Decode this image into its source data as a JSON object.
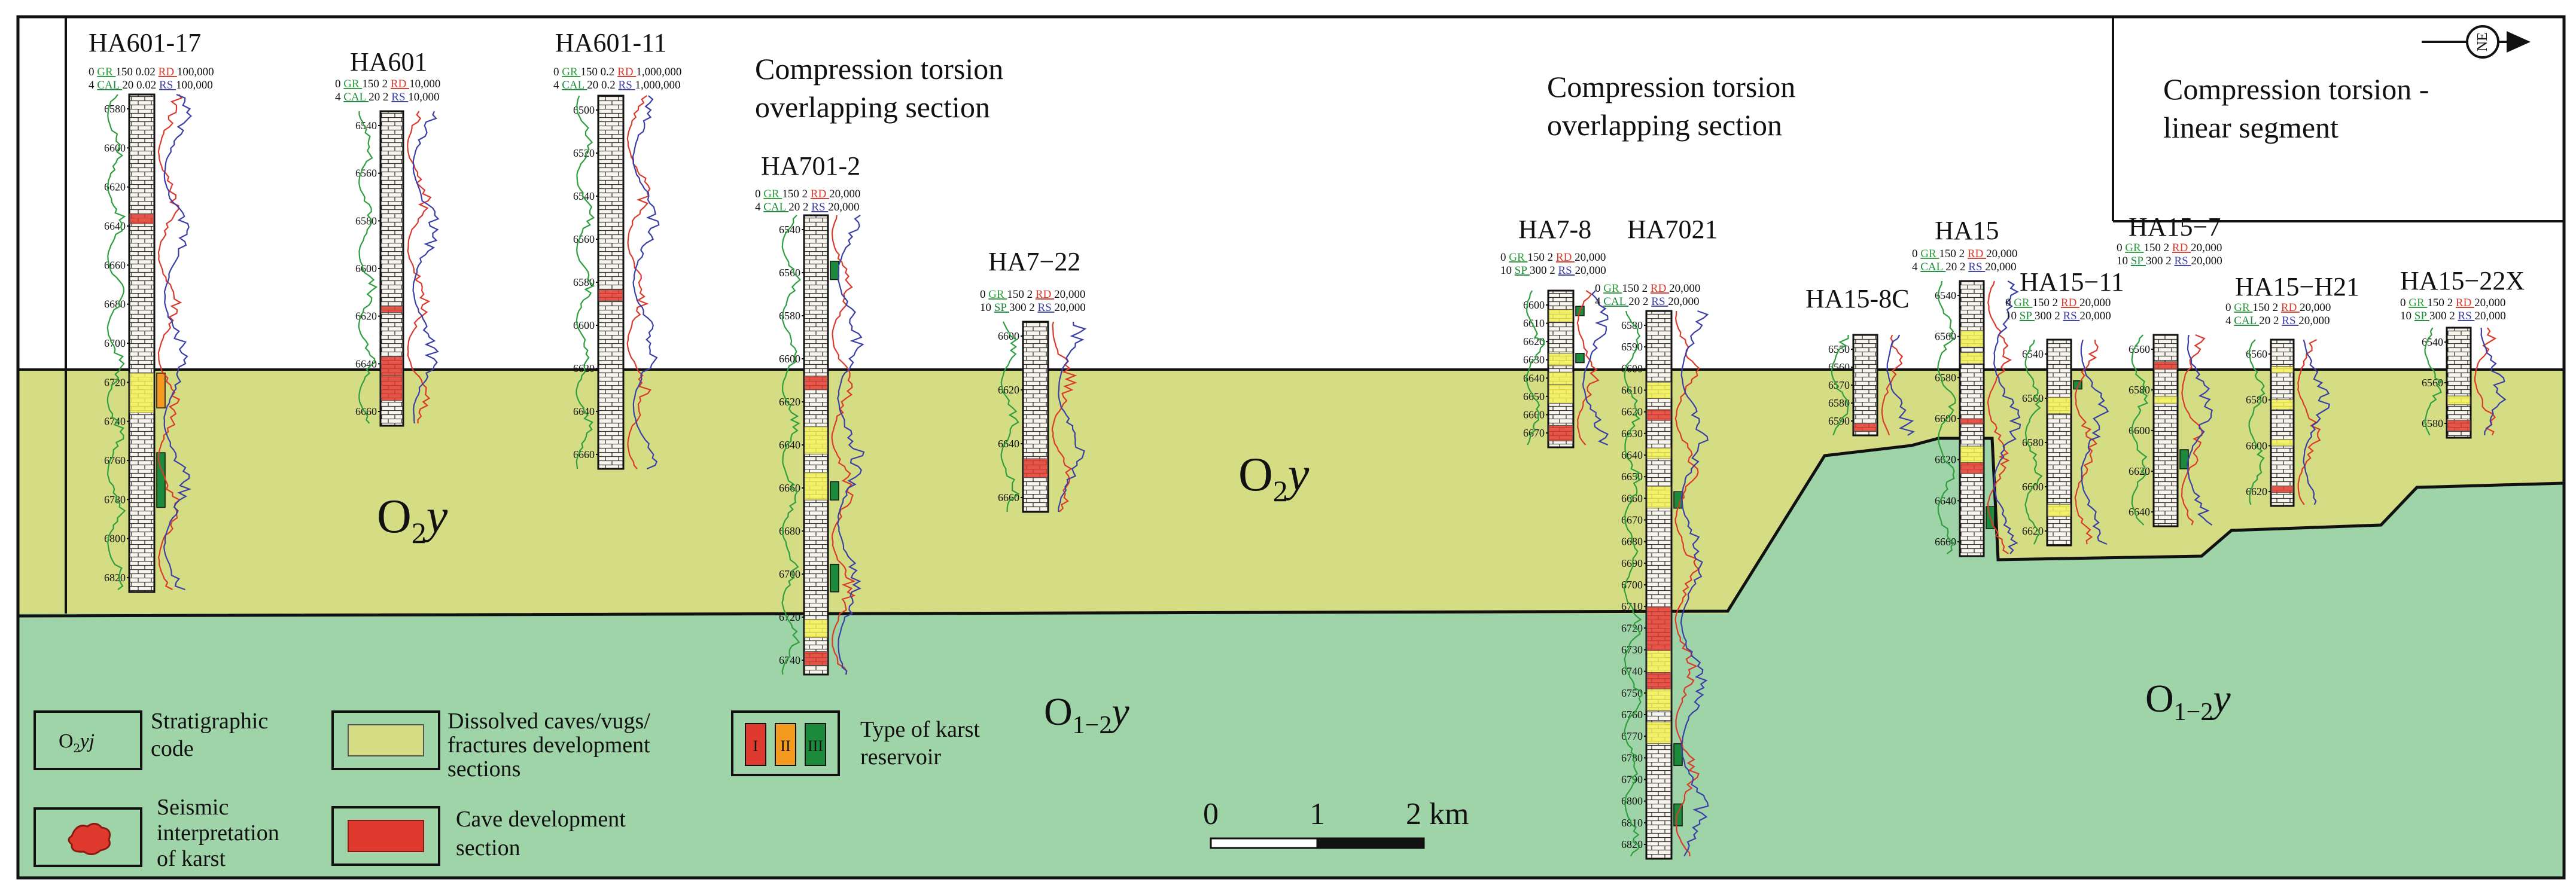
{
  "colors": {
    "upper_layer": "#d4dd84",
    "lower_layer": "#9fd3a8",
    "limestone": "#f7f5ec",
    "dissolved_zone": "#f2ee54",
    "cave_zone": "#e03a2e",
    "type_I": "#e03a2e",
    "type_II": "#f39a1f",
    "type_III": "#1c8a3b",
    "gr_curve": "#2e9e3e",
    "rd_curve": "#d93a2b",
    "rs_curve": "#3a3fa6",
    "frame": "#111111"
  },
  "compass": {
    "label": "NE"
  },
  "segments": [
    {
      "name": "seg-west-overlap",
      "line1": "Compression torsion",
      "line2": "overlapping section"
    },
    {
      "name": "seg-east-overlap",
      "line1": "Compression torsion",
      "line2": "overlapping section"
    },
    {
      "name": "seg-linear",
      "line1": "Compression torsion -",
      "line2": "linear segment"
    }
  ],
  "formations": {
    "upper_left": {
      "base": "O",
      "sub": "2",
      "ital": "y"
    },
    "upper_mid": {
      "base": "O",
      "sub": "2",
      "ital": "y"
    },
    "lower_mid": {
      "base": "O",
      "sub": "1−2",
      "ital": "y"
    },
    "lower_right": {
      "base": "O",
      "sub": "1−2",
      "ital": "y"
    }
  },
  "wells": [
    {
      "name": "HA601-17",
      "log_header": [
        [
          "0",
          "GR",
          "150",
          "0.02",
          "RD",
          "100,000"
        ],
        [
          "4",
          "CAL",
          "20",
          "0.02",
          "RS",
          "100,000"
        ]
      ],
      "depths": [
        "6580",
        "6600",
        "6620",
        "6640",
        "6660",
        "6680",
        "6700",
        "6720",
        "6740",
        "6760",
        "6780",
        "6800",
        "6820"
      ]
    },
    {
      "name": "HA601",
      "log_header": [
        [
          "0",
          "GR",
          "150",
          "2",
          "RD",
          "10,000"
        ],
        [
          "4",
          "CAL",
          "20",
          "2",
          "RS",
          "10,000"
        ]
      ],
      "depths": [
        "6540",
        "6560",
        "6580",
        "6600",
        "6620",
        "6640",
        "6660"
      ]
    },
    {
      "name": "HA601-11",
      "log_header": [
        [
          "0",
          "GR",
          "150",
          "0.2",
          "RD",
          "1,000,000"
        ],
        [
          "4",
          "CAL",
          "20",
          "0.2",
          "RS",
          "1,000,000"
        ]
      ],
      "depths": [
        "6500",
        "6520",
        "6540",
        "6560",
        "6580",
        "6600",
        "6620",
        "6640",
        "6660"
      ]
    },
    {
      "name": "HA701-2",
      "log_header": [
        [
          "0",
          "GR",
          "150",
          "2",
          "RD",
          "20,000"
        ],
        [
          "4",
          "CAL",
          "20",
          "2",
          "RS",
          "20,000"
        ]
      ],
      "depths": [
        "6540",
        "6560",
        "6580",
        "6600",
        "6620",
        "6640",
        "6660",
        "6680",
        "6700",
        "6720",
        "6740"
      ]
    },
    {
      "name": "HA7−22",
      "log_header": [
        [
          "0",
          "GR",
          "150",
          "2",
          "RD",
          "20,000"
        ],
        [
          "10",
          "SP",
          "300",
          "2",
          "RS",
          "20,000"
        ]
      ],
      "depths": [
        "6600",
        "6620",
        "6640",
        "6660"
      ]
    },
    {
      "name": "HA7-8",
      "log_header": [
        [
          "0",
          "GR",
          "150",
          "2",
          "RD",
          "20,000"
        ],
        [
          "10",
          "SP",
          "300",
          "2",
          "RS",
          "20,000"
        ]
      ],
      "depths": [
        "6600",
        "6610",
        "6620",
        "6630",
        "6640",
        "6650",
        "6660",
        "6670"
      ]
    },
    {
      "name": "HA7021",
      "log_header": [
        [
          "0",
          "GR",
          "150",
          "2",
          "RD",
          "20,000"
        ],
        [
          "4",
          "CAL",
          "20",
          "2",
          "RS",
          "20,000"
        ]
      ],
      "depths": [
        "6580",
        "6590",
        "6600",
        "6610",
        "6620",
        "6630",
        "6640",
        "6650",
        "6660",
        "6670",
        "6680",
        "6690",
        "6700",
        "6710",
        "6720",
        "6730",
        "6740",
        "6750",
        "6760",
        "6770",
        "6780",
        "6790",
        "6800",
        "6810",
        "6820"
      ]
    },
    {
      "name": "HA15-8C",
      "log_header": [],
      "depths": [
        "6550",
        "6560",
        "6570",
        "6580",
        "6590"
      ]
    },
    {
      "name": "HA15",
      "log_header": [
        [
          "0",
          "GR",
          "150",
          "2",
          "RD",
          "20,000"
        ],
        [
          "4",
          "CAL",
          "20",
          "2",
          "RS",
          "20,000"
        ]
      ],
      "depths": [
        "6540",
        "6560",
        "6580",
        "6600",
        "6620",
        "6640",
        "6660"
      ]
    },
    {
      "name": "HA15−11",
      "log_header": [
        [
          "0",
          "GR",
          "150",
          "2",
          "RD",
          "20,000"
        ],
        [
          "10",
          "SP",
          "300",
          "2",
          "RS",
          "20,000"
        ]
      ],
      "depths": [
        "6540",
        "6560",
        "6580",
        "6600",
        "6620"
      ]
    },
    {
      "name": "HA15−7",
      "log_header": [
        [
          "0",
          "GR",
          "150",
          "2",
          "RD",
          "20,000"
        ],
        [
          "10",
          "SP",
          "300",
          "2",
          "RS",
          "20,000"
        ]
      ],
      "depths": [
        "6560",
        "6580",
        "6600",
        "6620",
        "6640"
      ]
    },
    {
      "name": "HA15−H21",
      "log_header": [
        [
          "0",
          "GR",
          "150",
          "2",
          "RD",
          "20,000"
        ],
        [
          "4",
          "CAL",
          "20",
          "2",
          "RS",
          "20,000"
        ]
      ],
      "depths": [
        "6560",
        "6580",
        "6600",
        "6620"
      ]
    },
    {
      "name": "HA15−22X",
      "log_header": [
        [
          "0",
          "GR",
          "150",
          "2",
          "RD",
          "20,000"
        ],
        [
          "10",
          "SP",
          "300",
          "2",
          "RS",
          "20,000"
        ]
      ],
      "depths": [
        "6540",
        "6560",
        "6580"
      ]
    }
  ],
  "legend": {
    "code_symbol": {
      "base": "O",
      "sub": "2",
      "ital": "yj"
    },
    "code_label": [
      "Stratigraphic",
      "code"
    ],
    "seismic_label": [
      "Seismic",
      "interpretation",
      "of karst"
    ],
    "dissolved_label": [
      "Dissolved caves/vugs/",
      "fractures development",
      "sections"
    ],
    "cave_label": [
      "Cave development",
      "section"
    ],
    "karst_types": [
      "I",
      "II",
      "III"
    ],
    "karst_label": [
      "Type of karst",
      "reservoir"
    ]
  },
  "scale": {
    "ticks": [
      "0",
      "1",
      "2 km"
    ]
  }
}
